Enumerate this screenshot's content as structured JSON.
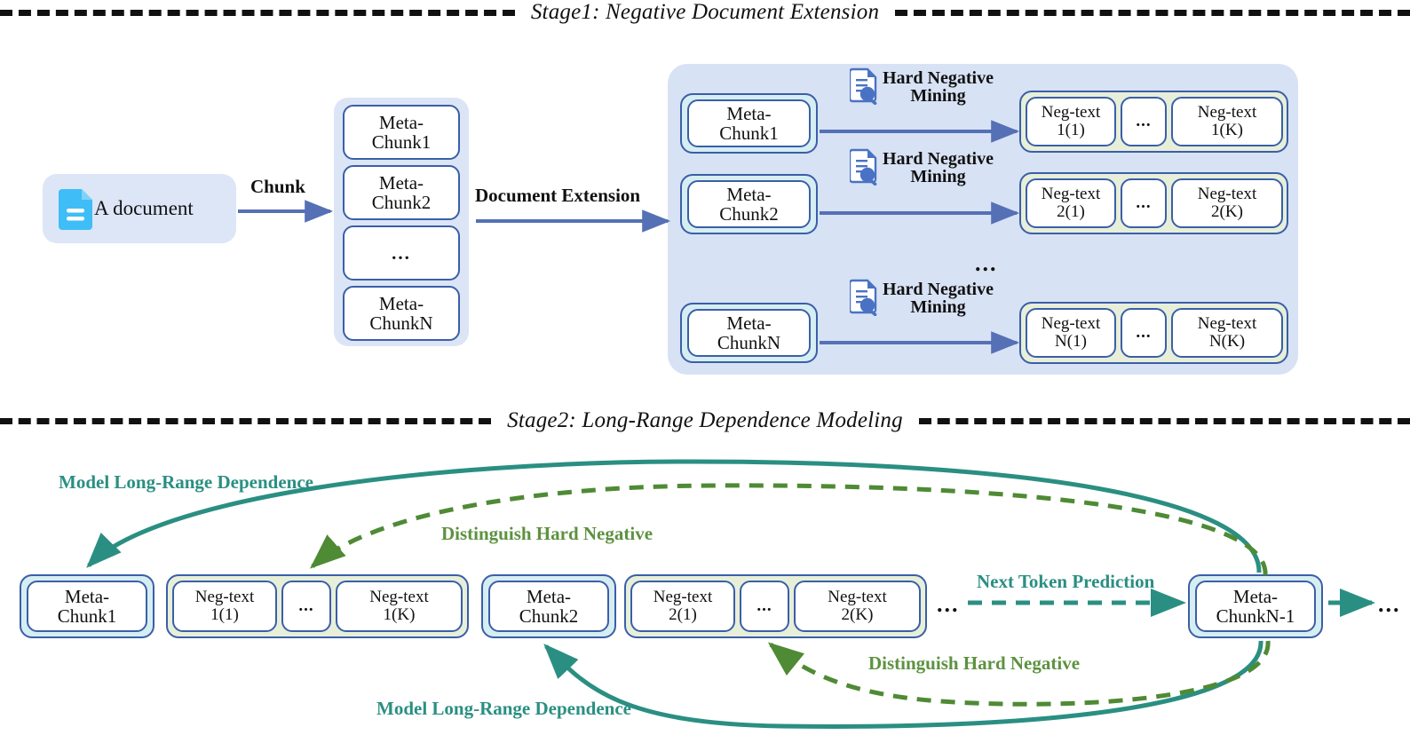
{
  "stage1": {
    "title": "Stage1: Negative Document Extension",
    "source": {
      "label": "A document",
      "icon": "document-icon"
    },
    "arrows": {
      "chunk": "Chunk",
      "document_extension": "Document Extension"
    },
    "chunk_list": [
      {
        "line1": "Meta-",
        "line2": "Chunk1"
      },
      {
        "line1": "Meta-",
        "line2": "Chunk2"
      },
      {
        "line1": "...",
        "line2": ""
      },
      {
        "line1": "Meta-",
        "line2": "ChunkN"
      }
    ],
    "mining_label_line1": "Hard Negative",
    "mining_label_line2": "Mining",
    "mining_icon": "document-search-icon",
    "vertical_ellipsis": "...",
    "rows": [
      {
        "chunk": {
          "line1": "Meta-",
          "line2": "Chunk1"
        },
        "negs": [
          {
            "line1": "Neg-text",
            "line2": "1(1)"
          },
          {
            "line1": "...",
            "line2": ""
          },
          {
            "line1": "Neg-text",
            "line2": "1(K)"
          }
        ]
      },
      {
        "chunk": {
          "line1": "Meta-",
          "line2": "Chunk2"
        },
        "negs": [
          {
            "line1": "Neg-text",
            "line2": "2(1)"
          },
          {
            "line1": "...",
            "line2": ""
          },
          {
            "line1": "Neg-text",
            "line2": "2(K)"
          }
        ]
      },
      {
        "chunk": {
          "line1": "Meta-",
          "line2": "ChunkN"
        },
        "negs": [
          {
            "line1": "Neg-text",
            "line2": "N(1)"
          },
          {
            "line1": "...",
            "line2": ""
          },
          {
            "line1": "Neg-text",
            "line2": "N(K)"
          }
        ]
      }
    ]
  },
  "stage2": {
    "title": "Stage2: Long-Range Dependence Modeling",
    "sequence": [
      {
        "kind": "chunk",
        "line1": "Meta-",
        "line2": "Chunk1"
      },
      {
        "kind": "neg-group",
        "items": [
          {
            "line1": "Neg-text",
            "line2": "1(1)"
          },
          {
            "line1": "...",
            "line2": ""
          },
          {
            "line1": "Neg-text",
            "line2": "1(K)"
          }
        ]
      },
      {
        "kind": "chunk",
        "line1": "Meta-",
        "line2": "Chunk2"
      },
      {
        "kind": "neg-group",
        "items": [
          {
            "line1": "Neg-text",
            "line2": "2(1)"
          },
          {
            "line1": "...",
            "line2": ""
          },
          {
            "line1": "Neg-text",
            "line2": "2(K)"
          }
        ]
      },
      {
        "kind": "ellipsis",
        "text": "..."
      },
      {
        "kind": "chunk",
        "line1": "Meta-",
        "line2": "ChunkN-1"
      },
      {
        "kind": "ellipsis",
        "text": "..."
      }
    ],
    "labels": {
      "model_lrd_top": "Model Long-Range Dependence",
      "distinguish_top": "Distinguish Hard Negative",
      "next_token": "Next Token Prediction",
      "distinguish_bottom": "Distinguish Hard Negative",
      "model_lrd_bottom": "Model Long-Range Dependence"
    }
  },
  "colors": {
    "box_border": "#3a5fa8",
    "arrow_blue": "#5570b5",
    "panel_blue": "#d8e2f5",
    "chunk_cyan": "#d6eef2",
    "neg_green": "#e7efd9",
    "teal": "#2a8f82",
    "olive_green": "#5d9240",
    "doc_icon_blue": "#3fbdf6"
  }
}
